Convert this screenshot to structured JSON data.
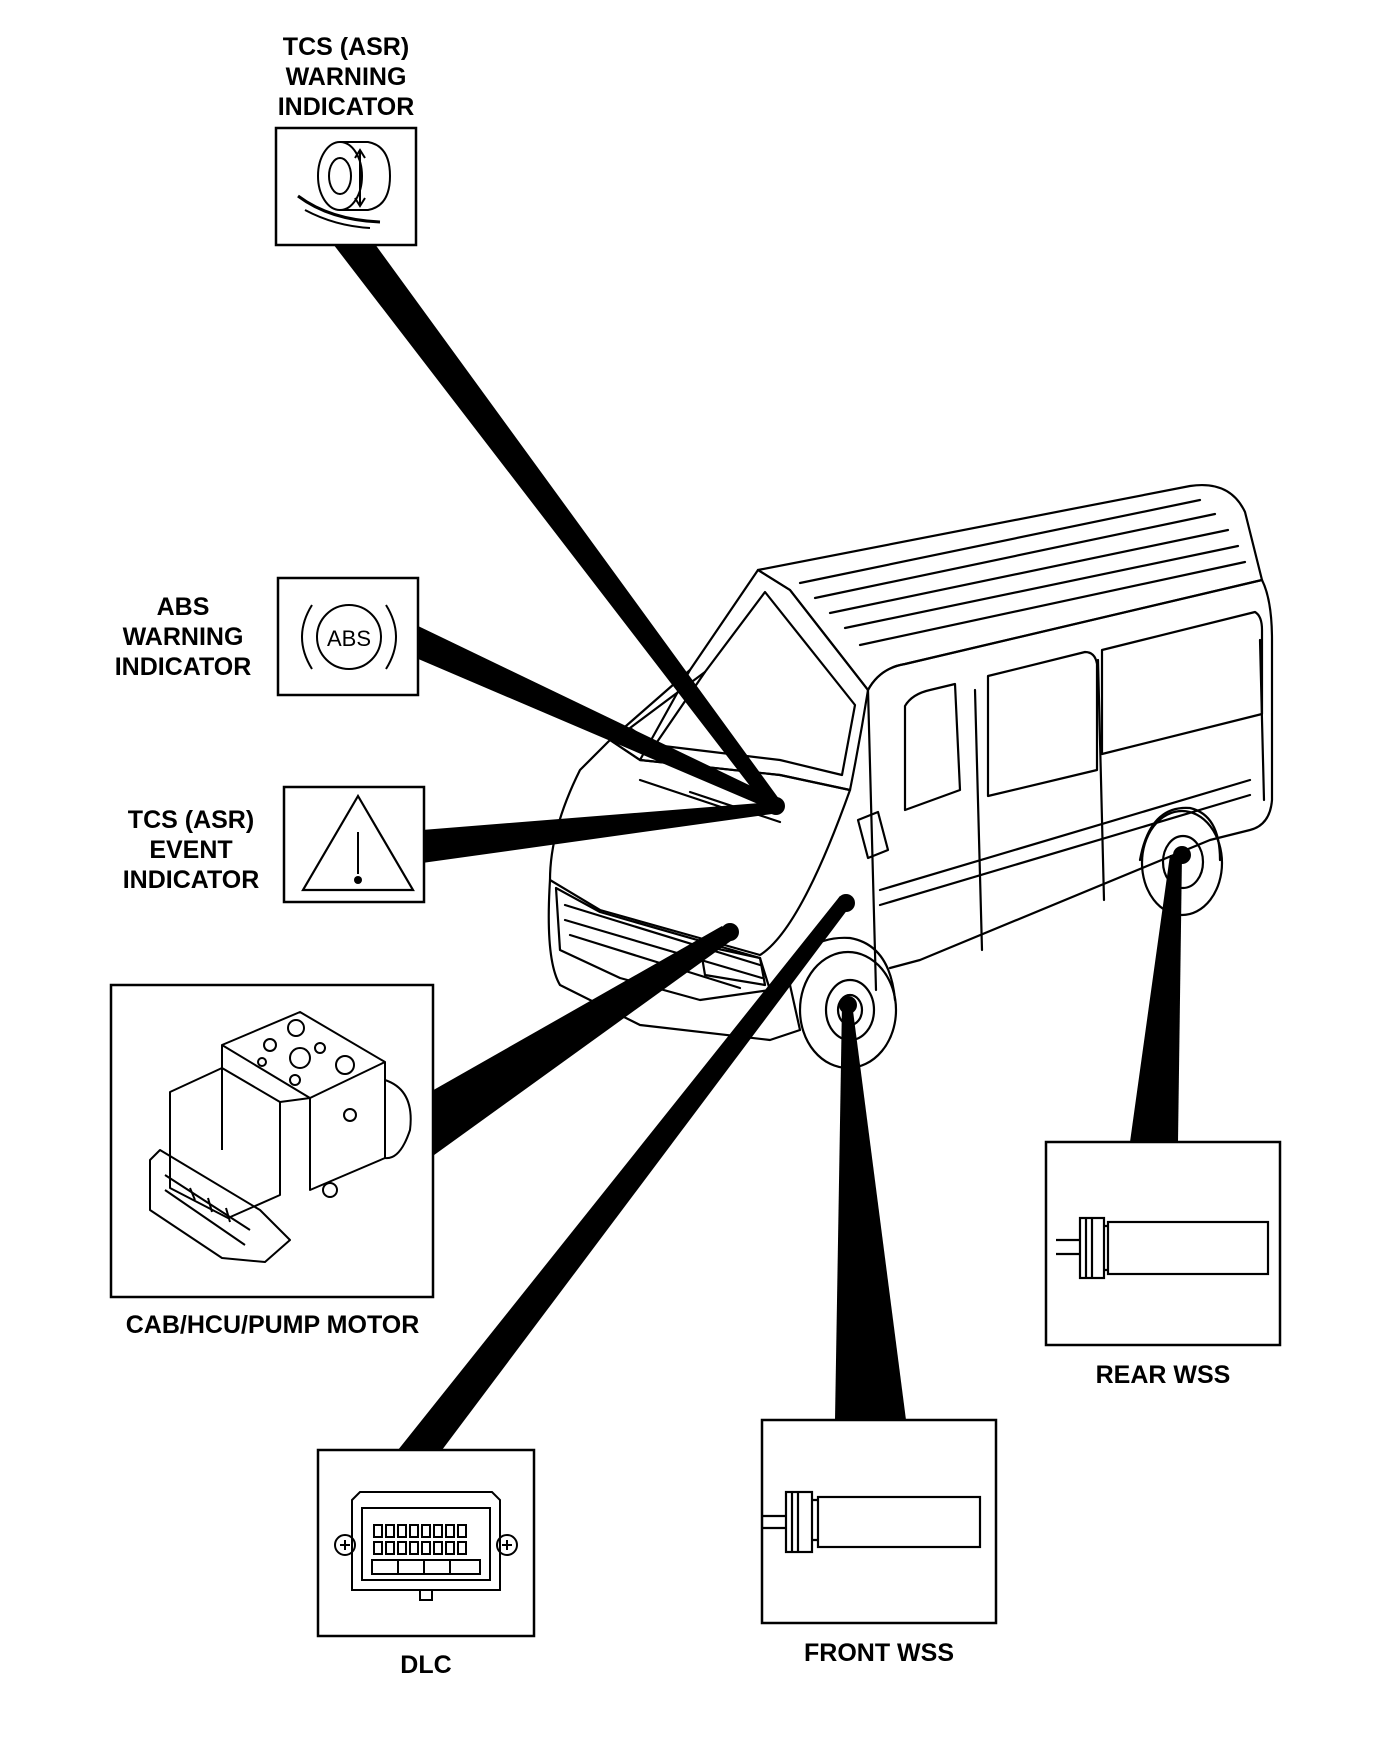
{
  "labels": {
    "tcs_warning": [
      "TCS (ASR)",
      "WARNING",
      "INDICATOR"
    ],
    "abs_warning": [
      "ABS",
      "WARNING",
      "INDICATOR"
    ],
    "tcs_event": [
      "TCS (ASR)",
      "EVENT",
      "INDICATOR"
    ],
    "cab": "CAB/HCU/PUMP MOTOR",
    "dlc": "DLC",
    "front_wss": "FRONT WSS",
    "rear_wss": "REAR WSS"
  },
  "abs_icon_text": "ABS",
  "colors": {
    "ink": "#000000",
    "paper": "#ffffff"
  }
}
